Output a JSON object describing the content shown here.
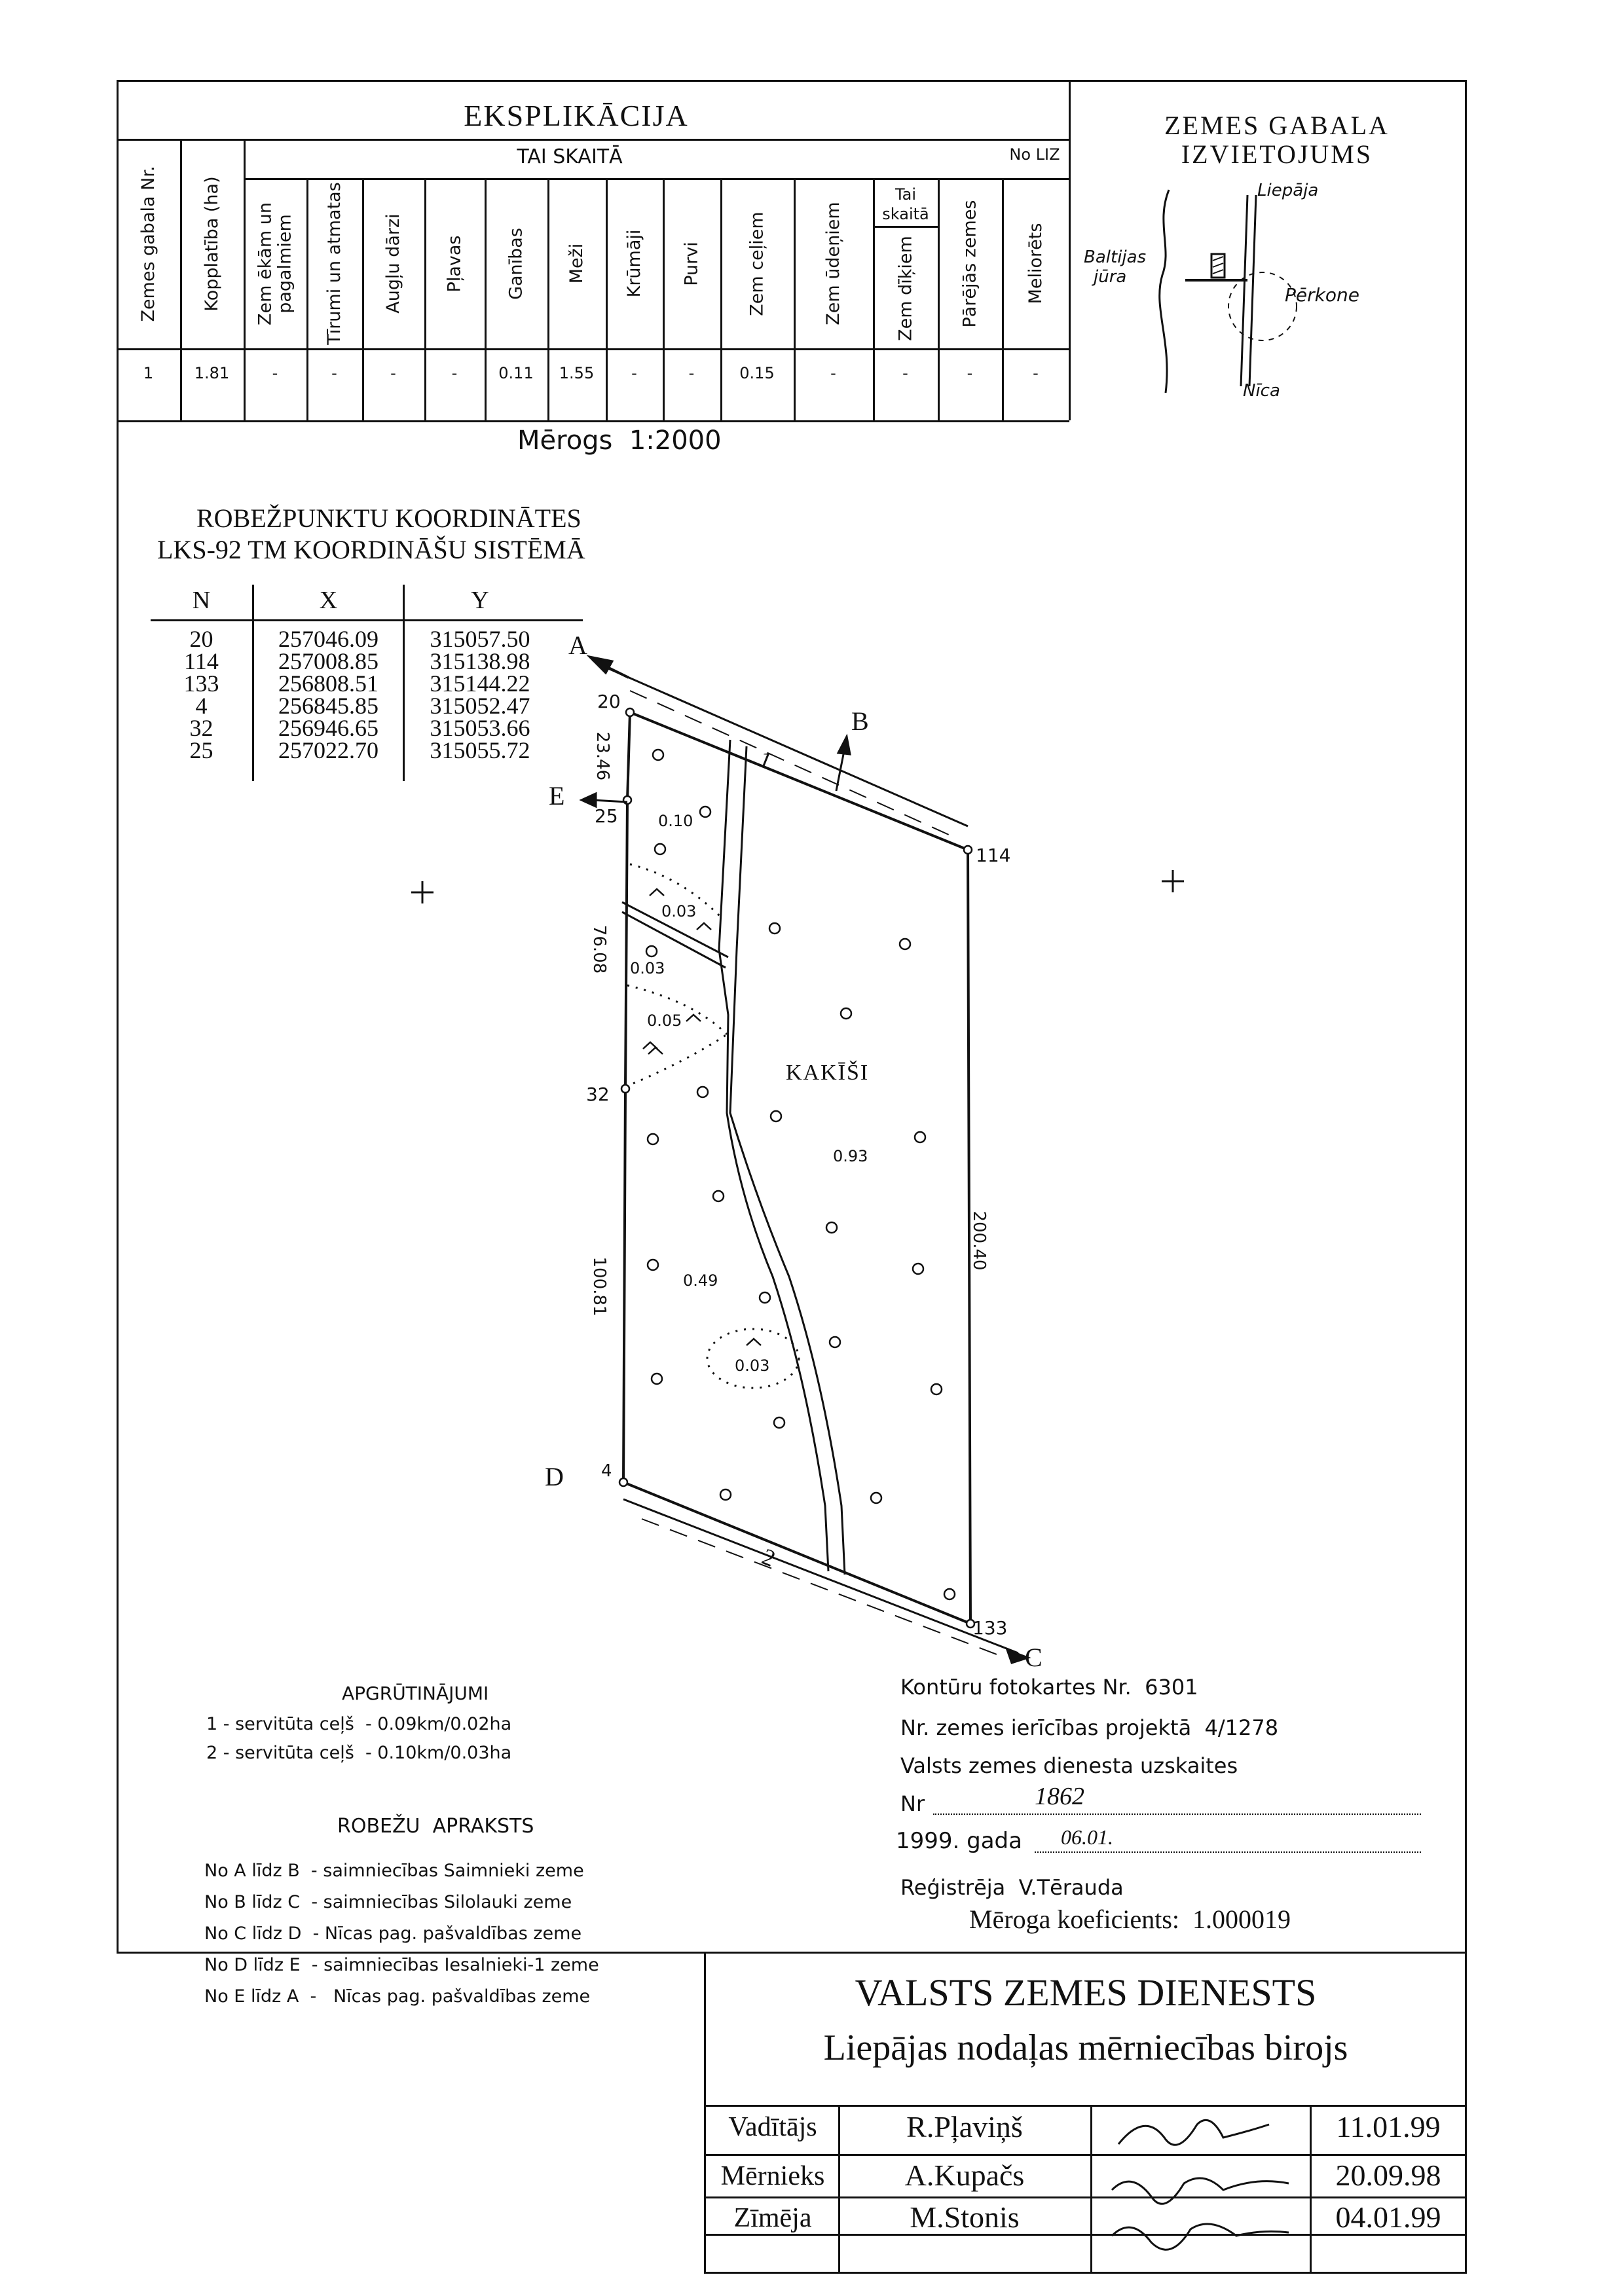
{
  "explication": {
    "title": "EKSPLIKĀCIJA",
    "subheader": "TAI SKAITĀ",
    "no_liz": "No LIZ",
    "columns": [
      "Zemes gabala Nr.",
      "Kopplatība (ha)",
      "Zem ēkām un pagalmiem",
      "Tīrumi un atmatas",
      "Augļu dārzi",
      "Pļavas",
      "Ganības",
      "Meži",
      "Krūmāji",
      "Purvi",
      "Zem ceļiem",
      "Zem ūdeņiem",
      "Zem dīķiem",
      "Pārējās zemes",
      "Meliorēts"
    ],
    "tai_skaita_small": "Tai skaitā",
    "row": [
      "1",
      "1.81",
      "-",
      "-",
      "-",
      "-",
      "0.11",
      "1.55",
      "-",
      "-",
      "0.15",
      "-",
      "-",
      "-",
      "-"
    ]
  },
  "scale": "Mērogs  1:2000",
  "location": {
    "title_line1": "ZEMES GABALA",
    "title_line2": "IZVIETOJUMS",
    "liepaja": "Liepāja",
    "baltic_line1": "Baltijas",
    "baltic_line2": "jūra",
    "perkone": "Pērkone",
    "nica": "Nīca"
  },
  "coordinates": {
    "title_line1": "ROBEŽPUNKTU KOORDINĀTES",
    "title_line2": "LKS-92 TM KOORDINĀŠU SISTĒMĀ",
    "headers": [
      "N",
      "X",
      "Y"
    ],
    "rows": [
      [
        "20",
        "257046.09",
        "315057.50"
      ],
      [
        "114",
        "257008.85",
        "315138.98"
      ],
      [
        "133",
        "256808.51",
        "315144.22"
      ],
      [
        "4",
        "256845.85",
        "315052.47"
      ],
      [
        "32",
        "256946.65",
        "315053.66"
      ],
      [
        "25",
        "257022.70",
        "315055.72"
      ]
    ]
  },
  "plan": {
    "name": "KAKĪŠI",
    "points": [
      "20",
      "114",
      "133",
      "4",
      "32",
      "25"
    ],
    "letters": [
      "A",
      "B",
      "C",
      "D",
      "E"
    ],
    "lengths": [
      "23.46",
      "76.08",
      "100.81",
      "200.40"
    ],
    "areas": [
      "0.10",
      "0.03",
      "0.03",
      "0.05",
      "0.93",
      "0.49",
      "0.03"
    ],
    "servitude_labels": [
      "1",
      "2"
    ]
  },
  "encumbrances": {
    "title": "APGRŪTINĀJUMI",
    "items": [
      "1 - servitūta ceļš  - 0.09km/0.02ha",
      "2 - servitūta ceļš  - 0.10km/0.03ha"
    ]
  },
  "boundary": {
    "title": "ROBEŽU  APRAKSTS",
    "items": [
      "No A līdz B  - saimniecības Saimnieki zeme",
      "No B līdz C  - saimniecības Silolauki zeme",
      "No C līdz D  - Nīcas pag. pašvaldības zeme",
      "No D līdz E  - saimniecības Iesalnieki-1 zeme",
      "No E līdz A  -   Nīcas pag. pašvaldības zeme"
    ]
  },
  "info": {
    "line1": "Kontūru fotokartes Nr.  6301",
    "line2": "Nr. zemes ierīcības projektā  4/1278",
    "line3": "Valsts zemes dienesta uzskaites",
    "nr_label": "Nr",
    "nr_value": "1862",
    "date_label": "1999. gada",
    "date_value": "06.01.",
    "registrar": "Reģistrēja  V.Tēraudа",
    "coefficient": "Mēroga koeficients:  1.000019"
  },
  "title_block": {
    "org": "VALSTS ZEMES DIENESTS",
    "office": "Liepājas nodaļas mērniecības birojs",
    "rows": [
      {
        "role": "Vadītājs",
        "name": "R.Pļaviņš",
        "date": "11.01.99"
      },
      {
        "role": "Mērnieks",
        "name": "A.Kupačs",
        "date": "20.09.98"
      },
      {
        "role": "Zīmēja",
        "name": "M.Stonis",
        "date": "04.01.99"
      }
    ]
  }
}
